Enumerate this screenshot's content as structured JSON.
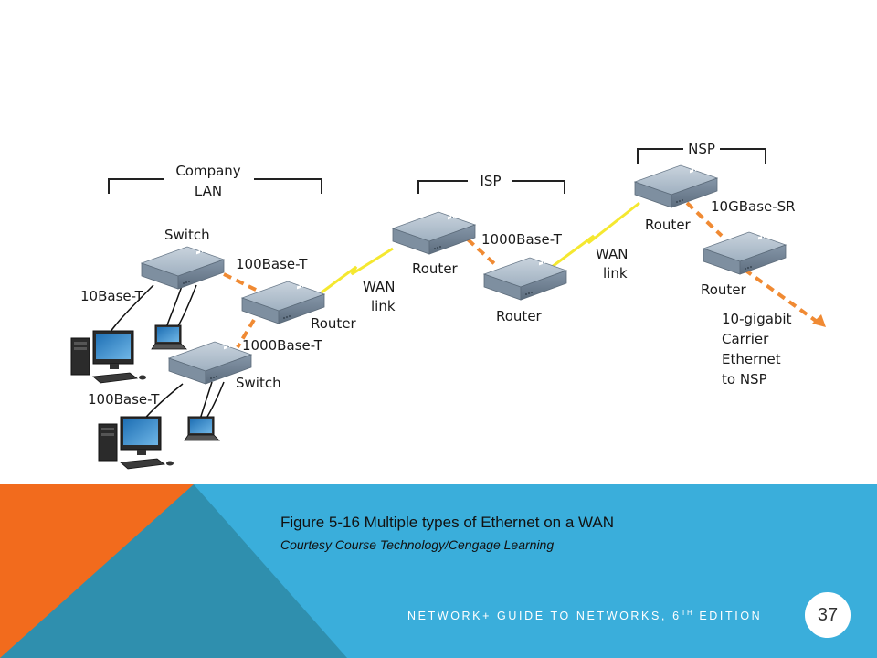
{
  "diagram": {
    "groups": {
      "company_lan": [
        "Company",
        "LAN"
      ],
      "isp": "ISP",
      "nsp": "NSP"
    },
    "devices": {
      "switch_top": "Switch",
      "switch_bottom": "Switch",
      "router_lan": "Router",
      "router_isp_1": "Router",
      "router_isp_2": "Router",
      "router_nsp_1": "Router",
      "router_nsp_2": "Router"
    },
    "links": {
      "base10": "10Base-T",
      "base100_bottom": "100Base-T",
      "base100_top": "100Base-T",
      "base1000_lan": "1000Base-T",
      "base1000_isp": "1000Base-T",
      "wan1": [
        "WAN",
        "link"
      ],
      "wan2": [
        "WAN",
        "link"
      ],
      "tengbase": "10GBase-SR",
      "carrier": [
        "10-gigabit",
        "Carrier",
        "Ethernet",
        "to NSP"
      ]
    }
  },
  "footer": {
    "caption": "Figure 5-16 Multiple types of Ethernet on a WAN",
    "credit": "Courtesy Course Technology/Cengage Learning",
    "edition_prefix": "NETWORK+ GUIDE TO NETWORKS, 6",
    "edition_sup": "TH",
    "edition_suffix": " EDITION",
    "page_number": "37"
  },
  "colors": {
    "footer_blue": "#3aaedb",
    "footer_orange": "#f26b1d",
    "footer_teal": "#2f8fae",
    "ethernet_link": "#f08a33",
    "wan_link": "#f5e830"
  }
}
